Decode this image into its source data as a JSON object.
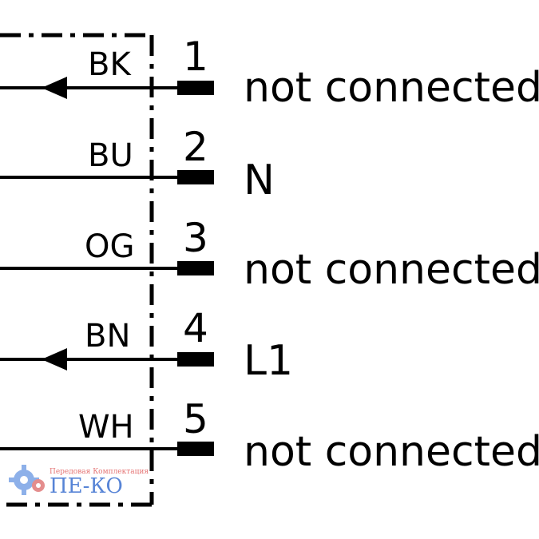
{
  "connector": {
    "pins": [
      {
        "number": "1",
        "wire": "BK",
        "function": "not connected",
        "arrow": true
      },
      {
        "number": "2",
        "wire": "BU",
        "function": "N",
        "arrow": false
      },
      {
        "number": "3",
        "wire": "OG",
        "function": "not connected",
        "arrow": false
      },
      {
        "number": "4",
        "wire": "BN",
        "function": "L1",
        "arrow": true
      },
      {
        "number": "5",
        "wire": "WH",
        "function": "not connected",
        "arrow": false
      }
    ]
  },
  "watermark": {
    "tagline": "Передовая Комплектация",
    "brand": "ПЕ-КО"
  },
  "colors": {
    "line": "#000000",
    "watermark_gear": "#7aa3e6",
    "watermark_text": "#3a6fd0"
  }
}
